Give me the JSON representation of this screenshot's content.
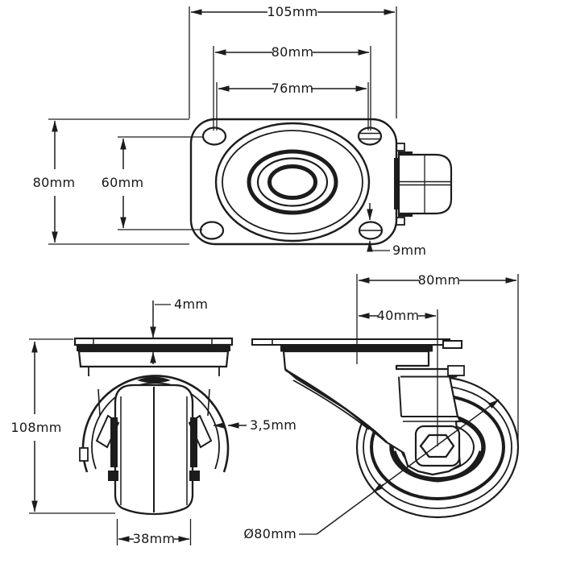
{
  "drawing": {
    "subject": "swivel plate caster wheel technical drawing, three orthographic views",
    "colors": {
      "background": "#ffffff",
      "line": "#1c1c1c",
      "text": "#161616"
    }
  },
  "views": {
    "top": {
      "name": "top view (mounting plate)",
      "dims": {
        "overall_width": "105mm",
        "hole_spacing_outer": "80mm",
        "hole_spacing_inner": "76mm",
        "plate_depth": "80mm",
        "hole_spacing_depth": "60mm",
        "slot_width": "9mm"
      }
    },
    "front": {
      "name": "front view",
      "dims": {
        "plate_thickness": "4mm",
        "overall_height": "108mm",
        "fork_thickness": "3,5mm",
        "wheel_width": "38mm"
      }
    },
    "side": {
      "name": "side view",
      "dims": {
        "wheel_depth": "80mm",
        "axle_offset": "40mm",
        "wheel_diameter": "Ø80mm"
      }
    }
  }
}
